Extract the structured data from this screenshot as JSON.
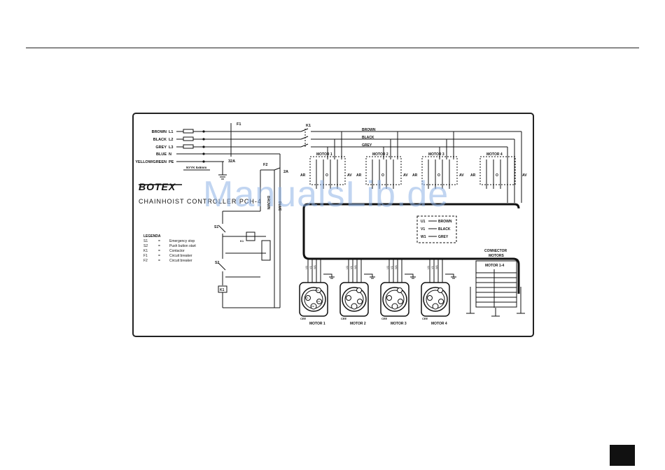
{
  "inputs": [
    {
      "color": "BROWN",
      "line": "L1"
    },
    {
      "color": "BLACK",
      "line": "L2"
    },
    {
      "color": "GREY",
      "line": "L3"
    },
    {
      "color": "BLUE",
      "line": "N"
    },
    {
      "color": "YELLOW/GREEN",
      "line": "PE"
    }
  ],
  "labels": {
    "f1": "F1",
    "k1": "K1",
    "f2": "F2",
    "fuse_main": "32A",
    "fuse_ctrl": "2A",
    "cable": "NYYK 5x6mm",
    "brown_v": "BROWN",
    "blue_v": "BLUE",
    "wire_brown": "BROWN",
    "wire_black": "BLACK",
    "wire_grey": "GREY",
    "ar": "AR",
    "av": "AV",
    "o": "O",
    "connector_title": "CONNECTOR",
    "connector_sub": "MOTORS",
    "connector_motor": "MOTOR 1-4",
    "cee": "CEE",
    "s1": "S1",
    "s2": "S2",
    "k1_coil": "K1"
  },
  "logo": {
    "brand": "BOTEX",
    "title": "CHAINHOIST CONTROLLER PCH-4"
  },
  "motors": [
    "MOTOR 1",
    "MOTOR 2",
    "MOTOR 3",
    "MOTOR 4"
  ],
  "motor_wires": [
    "U1",
    "V1",
    "W1"
  ],
  "plug_pins": [
    "U1",
    "V1",
    "W1",
    "PE"
  ],
  "colour_key": [
    {
      "code": "U1",
      "name": "BROWN"
    },
    {
      "code": "V1",
      "name": "BLACK"
    },
    {
      "code": "W1",
      "name": "GREY"
    }
  ],
  "legend": {
    "title": "LEGENDA",
    "items": [
      {
        "code": "S1",
        "desc": "Emergency stop"
      },
      {
        "code": "S2",
        "desc": "Push button start"
      },
      {
        "code": "K1",
        "desc": "Contactor"
      },
      {
        "code": "F1",
        "desc": "Circuit breaker"
      },
      {
        "code": "F2",
        "desc": "Circuit breaker"
      }
    ]
  },
  "watermark": "ManualsLib.de"
}
